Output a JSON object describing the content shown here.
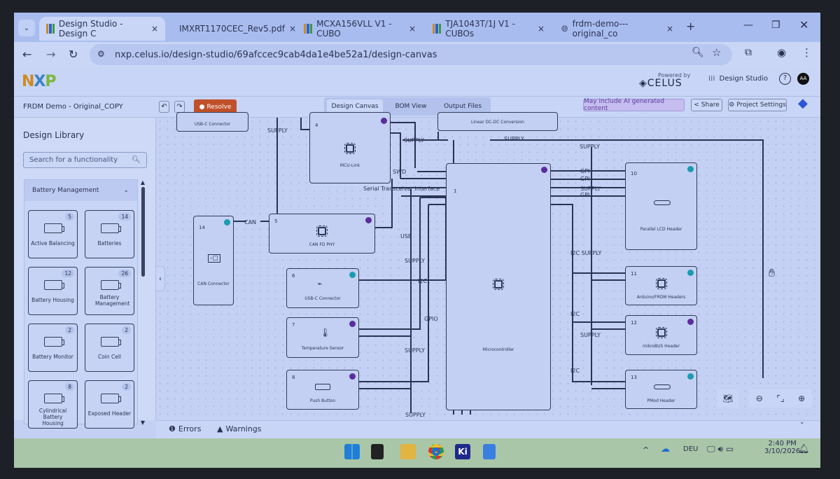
{
  "browser": {
    "tabs": [
      {
        "title": "Design Studio - Design C",
        "active": true
      },
      {
        "title": "IMXRT1170CEC_Rev5.pdf"
      },
      {
        "title": "MCXA156VLL V1 - CUBO"
      },
      {
        "title": "TJA1043T/1J V1 - CUBOs"
      },
      {
        "title": "frdm-demo---original_co"
      }
    ],
    "url": "nxp.celus.io/design-studio/69afccec9cab4da1e4be52a1/design-canvas",
    "new_tab": "+",
    "close": "×"
  },
  "header": {
    "logo": "NXP",
    "powered_by": "Powered by",
    "celus": "CELUS",
    "design_studio": "Design Studio",
    "help": "?",
    "avatar": "AA"
  },
  "toolbar": {
    "project_title": "FRDM Demo - Original_COPY",
    "resolve": "Resolve",
    "views": [
      "Design Canvas",
      "BOM View",
      "Output Files"
    ],
    "ai_badge": "May include AI generated content",
    "share": "Share",
    "project_settings": "Project Settings"
  },
  "sidebar": {
    "title": "Design Library",
    "search_placeholder": "Search for a functionality",
    "category": "Battery Management",
    "items": [
      {
        "label": "Active Balancing",
        "count": "5"
      },
      {
        "label": "Batteries",
        "count": "14"
      },
      {
        "label": "Battery Housing",
        "count": "12"
      },
      {
        "label": "Battery Management",
        "count": "26"
      },
      {
        "label": "Battery Monitor",
        "count": "2"
      },
      {
        "label": "Coin Cell",
        "count": "2"
      },
      {
        "label": "Cylindrical Battery Housing",
        "count": "8"
      },
      {
        "label": "Exposed Header",
        "count": "2"
      }
    ]
  },
  "canvas": {
    "nodes": {
      "usbc_top": {
        "label": "USB-C Connector"
      },
      "mcu_link": {
        "num": "4",
        "label": "MCU-Link"
      },
      "dcdc": {
        "label": "Linear DC-DC Conversion"
      },
      "can_phy": {
        "num": "5",
        "label": "CAN FD PHY"
      },
      "can_conn": {
        "num": "14",
        "label": "CAN Connector"
      },
      "usbc": {
        "num": "6",
        "label": "USB-C Connector"
      },
      "temp": {
        "num": "7",
        "label": "Temperature Sensor"
      },
      "push": {
        "num": "8",
        "label": "Push Button"
      },
      "mcu": {
        "num": "1",
        "label": "Microcontroller"
      },
      "lcd": {
        "num": "10",
        "label": "Parallel LCD Header"
      },
      "arduino": {
        "num": "11",
        "label": "Arduino/FRDM Headers"
      },
      "mikrobus": {
        "num": "12",
        "label": "mikroBUS Header"
      },
      "pmod": {
        "num": "13",
        "label": "PMod Header"
      }
    },
    "wire_labels": {
      "supply": "SUPPLY",
      "swd": "SWD",
      "serial": "Serial Transceiver Interface",
      "can": "CAN",
      "usb": "USB",
      "i2c": "I2C",
      "gpio": "GPIO",
      "gp": "GPI",
      "i2c_supply": "I2C SUPPLY"
    }
  },
  "bottom": {
    "errors": "Errors",
    "warnings": "Warnings"
  },
  "taskbar": {
    "lang": "DEU",
    "time": "2:40 PM",
    "date": "3/10/2026",
    "ki": "Ki"
  }
}
